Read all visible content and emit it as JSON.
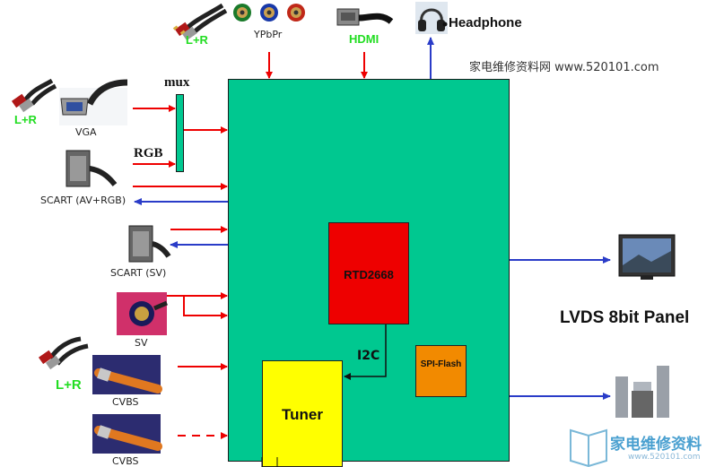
{
  "labels": {
    "top_lr": "L+R",
    "ypbpr": "YPbPr",
    "hdmi": "HDMI",
    "headphone": "Headphone",
    "watermark": "家电维修资料网  www.520101.com",
    "mux": "mux",
    "left_lr": "L+R",
    "vga": "VGA",
    "rgb": "RGB",
    "scart_avrgb": "SCART (AV+RGB)",
    "scart_sv": "SCART (SV)",
    "sv": "SV",
    "lower_lr": "L+R",
    "cvbs1": "CVBS",
    "cvbs2": "CVBS",
    "chip": "RTD2668",
    "i2c": "I2C",
    "flash": "SPI-Flash",
    "tuner": "Tuner",
    "panel": "LVDS 8bit Panel",
    "logo_text": "家电维修资料",
    "logo_url": "www.520101.com"
  },
  "colors": {
    "board": "#00c890",
    "chip": "#ee0000",
    "tuner": "#ffff00",
    "flash": "#f28a00",
    "input_arrow": "#ee0000",
    "output_arrow": "#2a3cc8"
  },
  "icons": [
    "rca-audio-cable-icon",
    "component-jack-icon",
    "hdmi-cable-icon",
    "headphone-icon",
    "vga-cable-icon",
    "scart-plug-icon",
    "svideo-plug-icon",
    "cvbs-cable-icon",
    "monitor-icon",
    "speaker-system-icon",
    "logo-book-icon"
  ]
}
